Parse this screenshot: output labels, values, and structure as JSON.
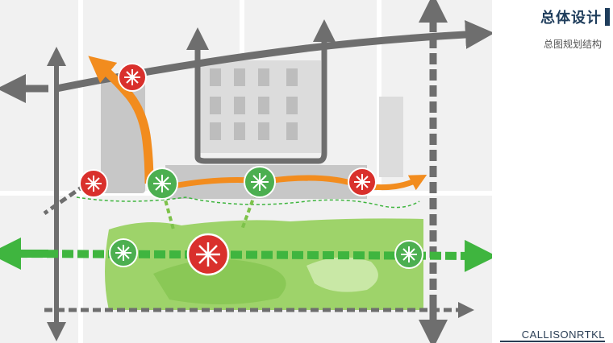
{
  "header": {
    "title": "总体设计",
    "subtitle": "总图规划结构"
  },
  "brand": {
    "logo_text": "CALLISONRTKL"
  },
  "colors": {
    "road": "#6e6e6e",
    "green_axis": "#3fb53f",
    "orange_flow": "#f28c1e",
    "red_node": "#d9302c",
    "green_node": "#4caf50",
    "park": "#9ed36a"
  }
}
